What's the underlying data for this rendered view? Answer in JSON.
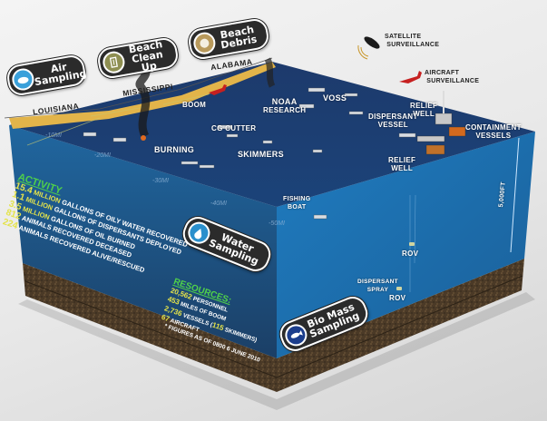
{
  "top_badges": [
    {
      "label_line1": "Air",
      "label_line2": "Sampling",
      "icon": "cloud-icon"
    },
    {
      "label_line1": "Beach",
      "label_line2": "Clean Up",
      "icon": "trash-can-icon"
    },
    {
      "label_line1": "Beach",
      "label_line2": "Debris",
      "icon": "debris-ball-icon"
    }
  ],
  "states": [
    "Louisiana",
    "Mississippi",
    "Alabama"
  ],
  "surveillance": {
    "satellite": {
      "line1": "Satellite",
      "line2": "Surveillance"
    },
    "aircraft": {
      "line1": "Aircraft",
      "line2": "Surveillance"
    }
  },
  "surface_labels": {
    "boom": "Boom",
    "noaa_line1": "NOAA",
    "noaa_line2": "Research",
    "voss": "Voss",
    "cg_cutter": "CG Cutter",
    "burning": "Burning",
    "skimmers": "Skimmers",
    "dispersant_vessel_line1": "Dispersant",
    "dispersant_vessel_line2": "Vessel",
    "relief_well_1_line1": "Relief",
    "relief_well_1_line2": "Well",
    "relief_well_2_line1": "Relief",
    "relief_well_2_line2": "Well",
    "containment_line1": "Containment",
    "containment_line2": "Vessels",
    "fishing_line1": "Fishing",
    "fishing_line2": "Boat"
  },
  "distance_markers": [
    "-10MI",
    "-20MI",
    "-30MI",
    "-40MI",
    "-50MI"
  ],
  "depth": {
    "label": "5,000FT"
  },
  "underwater_labels": {
    "rov_1": "ROV",
    "dispersant_spray_line1": "Dispersant",
    "dispersant_spray_line2": "Spray",
    "rov_2": "ROV"
  },
  "side_badges": [
    {
      "label_line1": "Water",
      "label_line2": "Sampling",
      "icon": "water-drop-icon"
    },
    {
      "label_line1": "Bio Mass",
      "label_line2": "Sampling",
      "icon": "fish-icon"
    }
  ],
  "activity": {
    "heading": "Activity",
    "items": [
      {
        "value": "15.4",
        "unit": "Million",
        "text": "gallons of oily water recovered"
      },
      {
        "value": "1.1",
        "unit": "Million",
        "text": "gallons of dispersants deployed"
      },
      {
        "value": "3.5",
        "unit": "Million",
        "text": "gallons of oil burned"
      },
      {
        "value": "812",
        "unit": "",
        "text": "animals recovered deceased"
      },
      {
        "value": "224",
        "unit": "",
        "text": "animals recovered alive/rescued"
      }
    ]
  },
  "resources": {
    "heading": "Resources:",
    "items": [
      {
        "value": "20,562",
        "text": "Personnel"
      },
      {
        "value": "453",
        "text": "Miles of Boom"
      },
      {
        "value": "2,736",
        "text": "Vessels (",
        "extra_value": "115",
        "extra_text": " skimmers)"
      },
      {
        "value": "67",
        "text": "Aircraft"
      }
    ]
  },
  "footnote": "* Figures as of 0800 6 June 2010",
  "colors": {
    "water_top": "#1c3f73",
    "water_front": "#1f5a8a",
    "water_right": "#1f76b5",
    "soil": "#4a3a28",
    "sand": "#e2b44a",
    "activity_heading": "#4fd04a",
    "highlight_yellow": "#e4e34a",
    "badge_bg": "#2b2b2b"
  }
}
